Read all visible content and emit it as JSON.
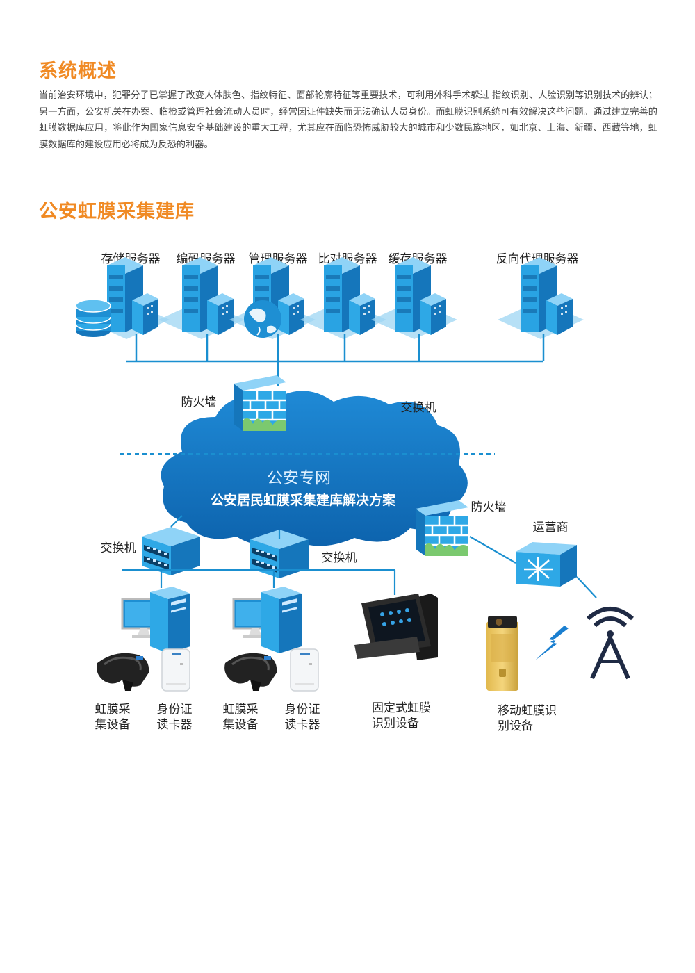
{
  "section1": {
    "title": "系统概述",
    "body": "当前治安环境中，犯罪分子已掌握了改变人体肤色、指纹特征、面部轮廓特征等重要技术，可利用外科手术躲过 指纹识别、人脸识别等识别技术的辨认；另一方面，公安机关在办案、临检或管理社会流动人员时，经常因证件缺失而无法确认人员身份。而虹膜识别系统可有效解决这些问题。通过建立完善的虹膜数据库应用，将此作为国家信息安全基础建设的重大工程，尤其应在面临恐怖威胁较大的城市和少数民族地区，如北京、上海、新疆、西藏等地，虹膜数据库的建设应用必将成为反恐的利器。"
  },
  "section2": {
    "title": "公安虹膜采集建库"
  },
  "diagram": {
    "servers": [
      "存储服务器",
      "编码服务器",
      "管理服务器",
      "比对服务器",
      "缓存服务器",
      "反向代理服务器"
    ],
    "firewall_top": "防火墙",
    "switch_top": "交换机",
    "cloud_title": "公安专网",
    "cloud_subtitle": "公安居民虹膜采集建库解决方案",
    "firewall_right": "防火墙",
    "operator": "运营商",
    "switch_left": "交换机",
    "switch_mid": "交换机",
    "devices": [
      {
        "line1": "虹膜采",
        "line2": "集设备"
      },
      {
        "line1": "身份证",
        "line2": "读卡器"
      },
      {
        "line1": "虹膜采",
        "line2": "集设备"
      },
      {
        "line1": "身份证",
        "line2": "读卡器"
      },
      {
        "line1": "固定式虹膜",
        "line2": "识别设备"
      },
      {
        "line1": "移动虹膜识",
        "line2": "别设备"
      }
    ],
    "colors": {
      "accent": "#f08a24",
      "blue": "#1a8fd0",
      "dark_blue": "#0b66a8"
    }
  }
}
